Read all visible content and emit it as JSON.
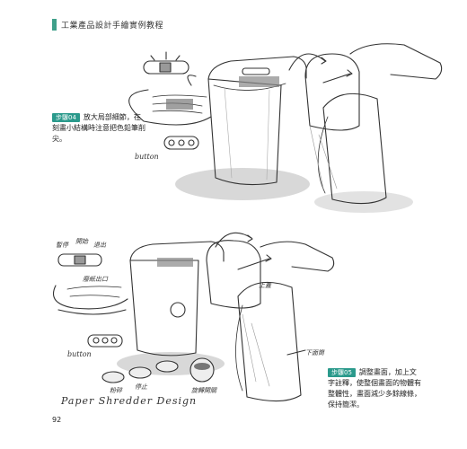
{
  "header": {
    "title": "工業產品設計手繪實例教程"
  },
  "step1": {
    "badge": "步驟04",
    "text": "放大局部細節，在刻畫小結構時注意把色鉛筆削尖。"
  },
  "step2": {
    "badge": "步驟05",
    "text": "調整畫面，加上文字註釋，使整個畫面的物體有整體性，畫面減少多餘線條，保持簡潔。"
  },
  "labels": {
    "button": "button",
    "top": [
      "暫停",
      "開始",
      "退出"
    ],
    "slot": "廢紙出口",
    "caps": [
      "粉碎",
      "停止"
    ],
    "round": "旋轉開關",
    "lid_top": "上蓋",
    "body_label": "下面筒",
    "title_script": "Paper Shredder Design"
  },
  "page": {
    "number": "92"
  }
}
